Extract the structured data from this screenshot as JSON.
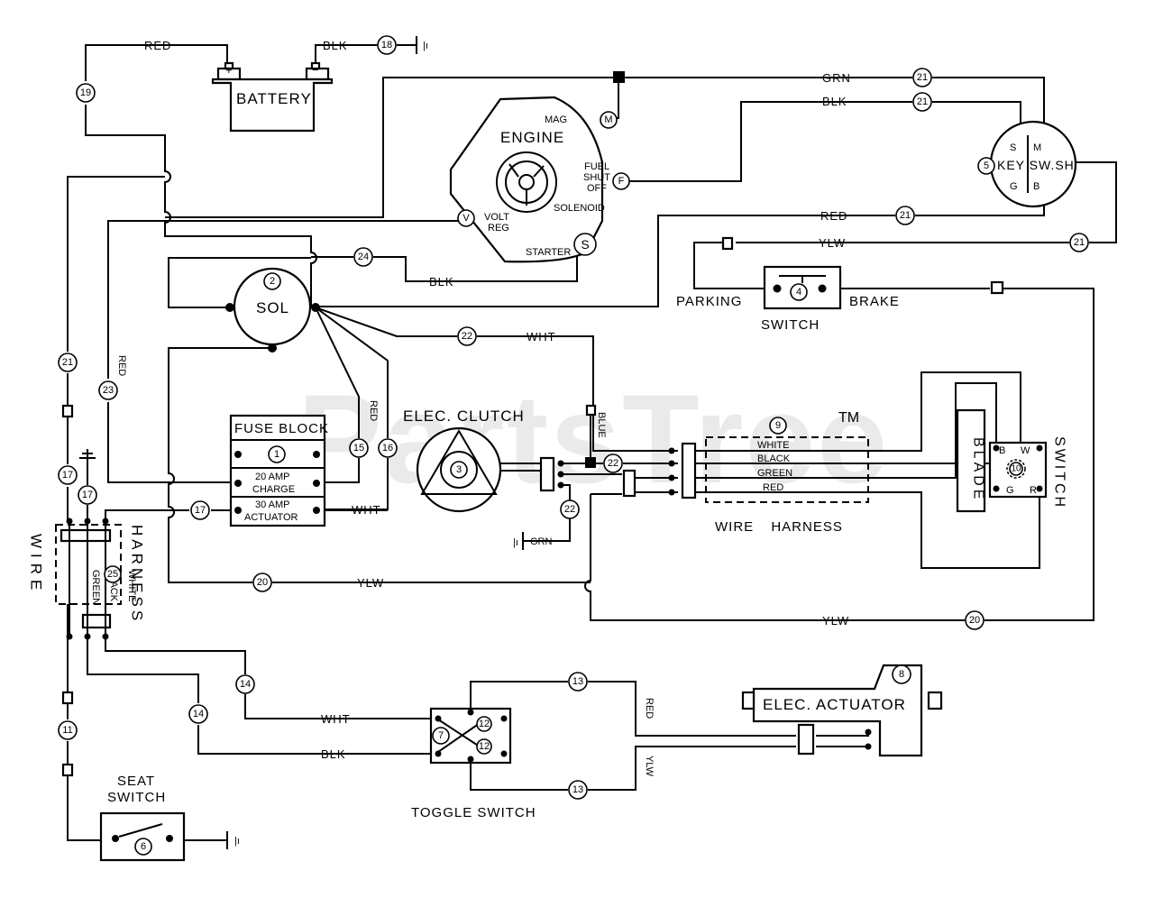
{
  "watermark": {
    "text": "PartsTree",
    "tm": "TM"
  },
  "battery": {
    "label": "BATTERY",
    "plus": "+",
    "minus": "−"
  },
  "engine": {
    "label": "ENGINE",
    "mag": "MAG",
    "mag_term": "M",
    "fuel_line1": "FUEL",
    "fuel_line2": "SHUT",
    "fuel_line3": "OFF",
    "fuel_line4": "SOLENOID",
    "fuel_term": "F",
    "volt_line1": "VOLT",
    "volt_line2": "REG",
    "volt_term": "V",
    "starter": "STARTER",
    "starter_term": "S"
  },
  "solenoid": {
    "label": "SOL",
    "num": "2"
  },
  "key_switch": {
    "label": "KEY SW.SH",
    "num": "5",
    "s": "S",
    "m": "M",
    "g": "G",
    "b": "B"
  },
  "parking_brake": {
    "left": "PARKING",
    "right": "BRAKE",
    "bottom": "SWITCH",
    "num": "4"
  },
  "fuse_block": {
    "title": "FUSE BLOCK",
    "row1": "1",
    "row2a": "20 AMP",
    "row2b": "CHARGE",
    "row3a": "30 AMP",
    "row3b": "ACTUATOR"
  },
  "clutch": {
    "label": "ELEC. CLUTCH",
    "num": "3"
  },
  "wire_harness": {
    "label": "WIRE HARNESS",
    "num": "9",
    "colors": [
      "WHITE",
      "BLACK",
      "GREEN",
      "RED"
    ]
  },
  "blade_switch": {
    "blade": "BLADE",
    "switch": "SWITCH",
    "num": "10",
    "b": "B",
    "w": "W",
    "g": "G",
    "r": "R"
  },
  "left_harness": {
    "wire": "WIRE",
    "harness": "HARNESS",
    "num": "25",
    "colors": [
      "GREEN",
      "BLACK",
      "WHITE"
    ]
  },
  "seat_switch": {
    "line1": "SEAT",
    "line2": "SWITCH",
    "num": "6"
  },
  "toggle_switch": {
    "label": "TOGGLE SWITCH",
    "num": "7",
    "num2": "12"
  },
  "actuator": {
    "label": "ELEC. ACTUATOR",
    "num": "8"
  },
  "wire_labels": {
    "red": "RED",
    "blk": "BLK",
    "grn": "GRN",
    "wht": "WHT",
    "ylw": "YLW",
    "blue": "BLUE"
  },
  "wire_numbers": {
    "n11": "11",
    "n13": "13",
    "n14": "14",
    "n15": "15",
    "n16": "16",
    "n17": "17",
    "n18": "18",
    "n19": "19",
    "n20": "20",
    "n21": "21",
    "n22": "22",
    "n23": "23",
    "n24": "24"
  },
  "ground_symbol": "|ı"
}
